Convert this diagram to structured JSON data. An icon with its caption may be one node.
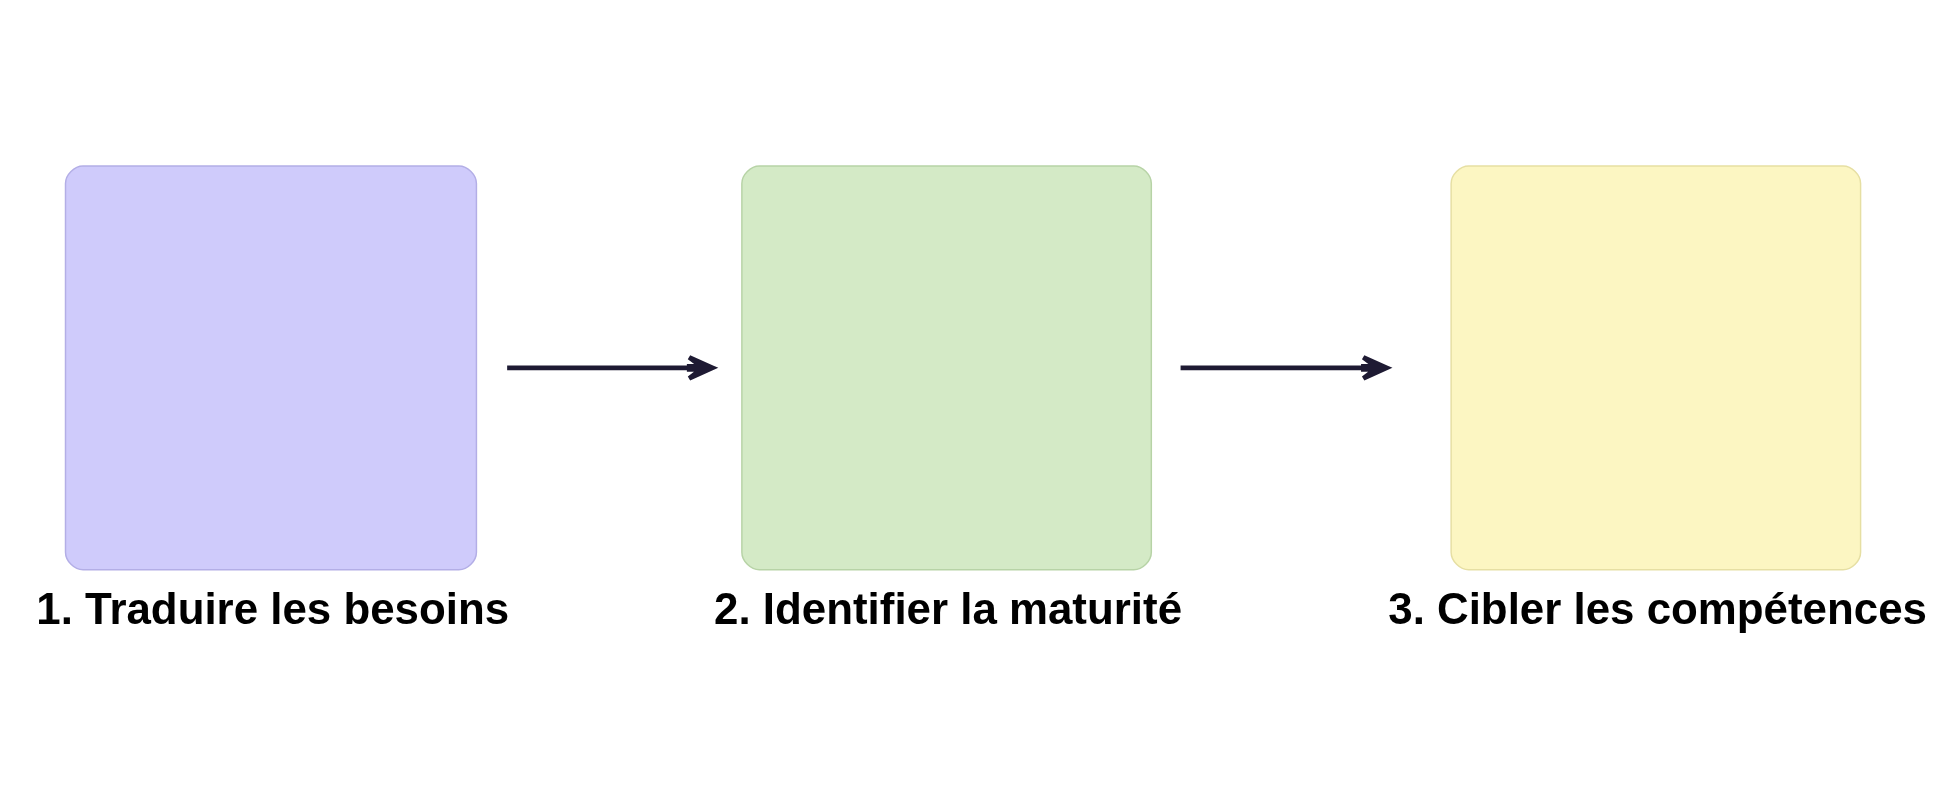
{
  "diagram": {
    "nodes": [
      {
        "text": [
          "1. Traduire les besoins"
        ]
      },
      {
        "text": [
          "2. Identifier la maturité"
        ]
      },
      {
        "text": [
          "3. Cibler les compétences"
        ]
      }
    ],
    "edges": [
      {
        "from": 0,
        "to": 1,
        "arrow": "to"
      },
      {
        "from": 1,
        "to": 2,
        "arrow": "to"
      }
    ]
  }
}
